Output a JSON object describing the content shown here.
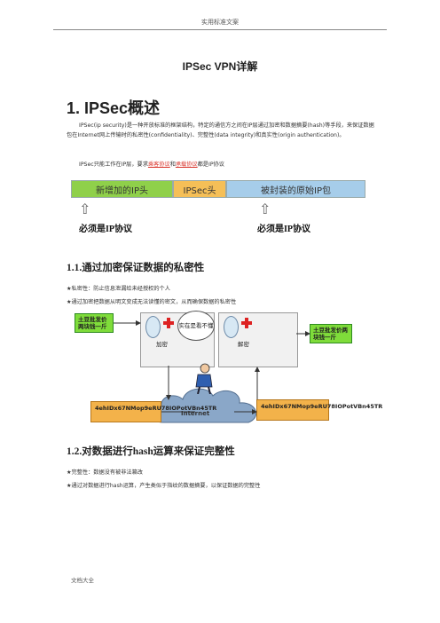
{
  "header": {
    "text": "实用标准文案"
  },
  "title": "IPSec VPN详解",
  "section1": {
    "heading": "1. IPSec概述",
    "para1": "IPSec(ip security)是一种开放标准的框架结构，特定的通信方之间在IP层通过加密和数据摘要(hash)等手段，来保证数据包在Internet网上传输时的私密性(confidentiality)、完整性(data integrity)和真实性(origin authentication)。",
    "para2_a": "IPSec只能工作在IP层，要求",
    "para2_red1": "乘客协议",
    "para2_b": "和",
    "para2_red2": "承载协议",
    "para2_c": "都是IP协议",
    "bar": {
      "seg1": "新增加的IP头",
      "seg2": "IPSec头",
      "seg3": "被封装的原始IP包"
    },
    "arrow": "⇧",
    "must_left": "必须是IP协议",
    "must_right": "必须是IP协议"
  },
  "section11": {
    "heading": "1.1.通过加密保证数据的私密性",
    "b1": "★私密性：防止信息泄漏给未经授权的个人",
    "b2": "★通过加密把数据从明文变成无法读懂的密文，从而确保数据的私密性",
    "figure": {
      "plain_left": "土豆批发价两块钱一斤",
      "plain_right": "土豆批发价两块钱一斤",
      "encrypt": "加密",
      "decrypt": "解密",
      "bubble": "实在是看不懂",
      "cipher_left": "4ehIDx67NMop9eRU78IOPotVBn45TR",
      "cipher_right": "4ehIDx67NMop9eRU78IOPotVBn45TR",
      "internet": "Internet"
    }
  },
  "section12": {
    "heading": "1.2.对数据进行hash运算来保证完整性",
    "b1": "★完整性：数据没有被非法篡改",
    "b2": "★通过对数据进行hash运算，产生类似于指纹的数据摘要，以保证数据的完整性"
  },
  "footer": {
    "text": "文档大全"
  }
}
